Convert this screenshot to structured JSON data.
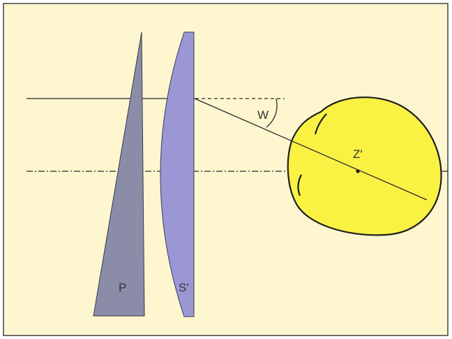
{
  "labels": {
    "prism": "P",
    "lens": "S′",
    "angle": "W",
    "eye_center": "Z′"
  },
  "colors": {
    "background": "#fdf6cf",
    "border": "#444444",
    "prism_fill": "#8b8ca8",
    "lens_fill": "#9b97d4",
    "eye_fill": "#faf243",
    "line": "#2a2a2a"
  }
}
